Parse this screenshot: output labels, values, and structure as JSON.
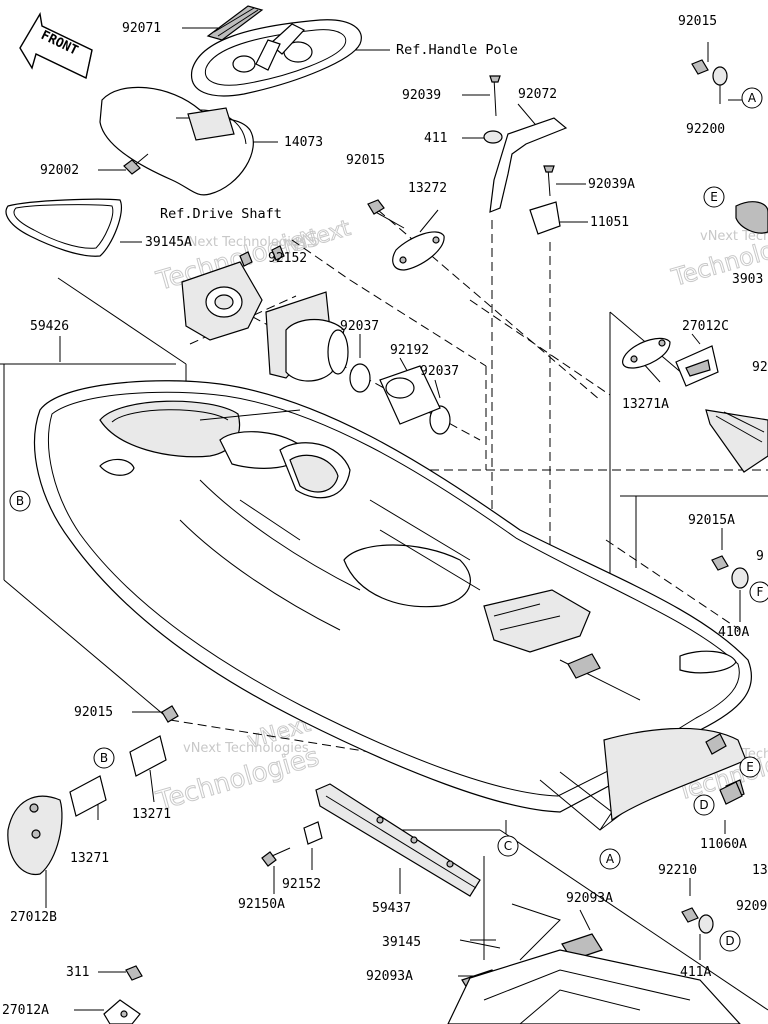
{
  "front_label": "FRONT",
  "refs": {
    "handle_pole": "Ref.Handle Pole",
    "drive_shaft": "Ref.Drive Shaft"
  },
  "parts": {
    "p92071": "92071",
    "p92015_top": "92015",
    "p92200": "92200",
    "p92039": "92039",
    "p92072": "92072",
    "p14073": "14073",
    "p411": "411",
    "p92039A": "92039A",
    "p92002": "92002",
    "p92015_mid": "92015",
    "p13272": "13272",
    "p11051": "11051",
    "p39145A": "39145A",
    "p92152_top": "92152",
    "p3903": "3903",
    "p59426": "59426",
    "p92037_left": "92037",
    "p27012C": "27012C",
    "p92192": "92192",
    "p92037_right": "92037",
    "p92_right": "92",
    "p13271A": "13271A",
    "p92015A": "92015A",
    "p9_right": "9",
    "p410A": "410A",
    "p92015_bottom": "92015",
    "p13271_upper": "13271",
    "p13271_lower": "13271",
    "p27012B": "27012B",
    "p11060A": "11060A",
    "p13_right": "13",
    "p92152_bottom": "92152",
    "p92150A": "92150A",
    "p59437": "59437",
    "p92210": "92210",
    "p9209_right": "9209",
    "p92093A_top": "92093A",
    "p39145": "39145",
    "p411A": "411A",
    "p92093A_bottom": "92093A",
    "p311": "311",
    "p27012A": "27012A"
  },
  "callouts": {
    "A_top": "A",
    "E_top": "E",
    "B_left": "B",
    "F_right": "F",
    "B_bracket": "B",
    "E_lower": "E",
    "D_lower": "D",
    "C_bottom": "C",
    "A_bottom": "A",
    "D_right": "D"
  },
  "watermark": {
    "line1": "vNext Technologies",
    "word1": "vNext",
    "word2": "Technologies"
  }
}
